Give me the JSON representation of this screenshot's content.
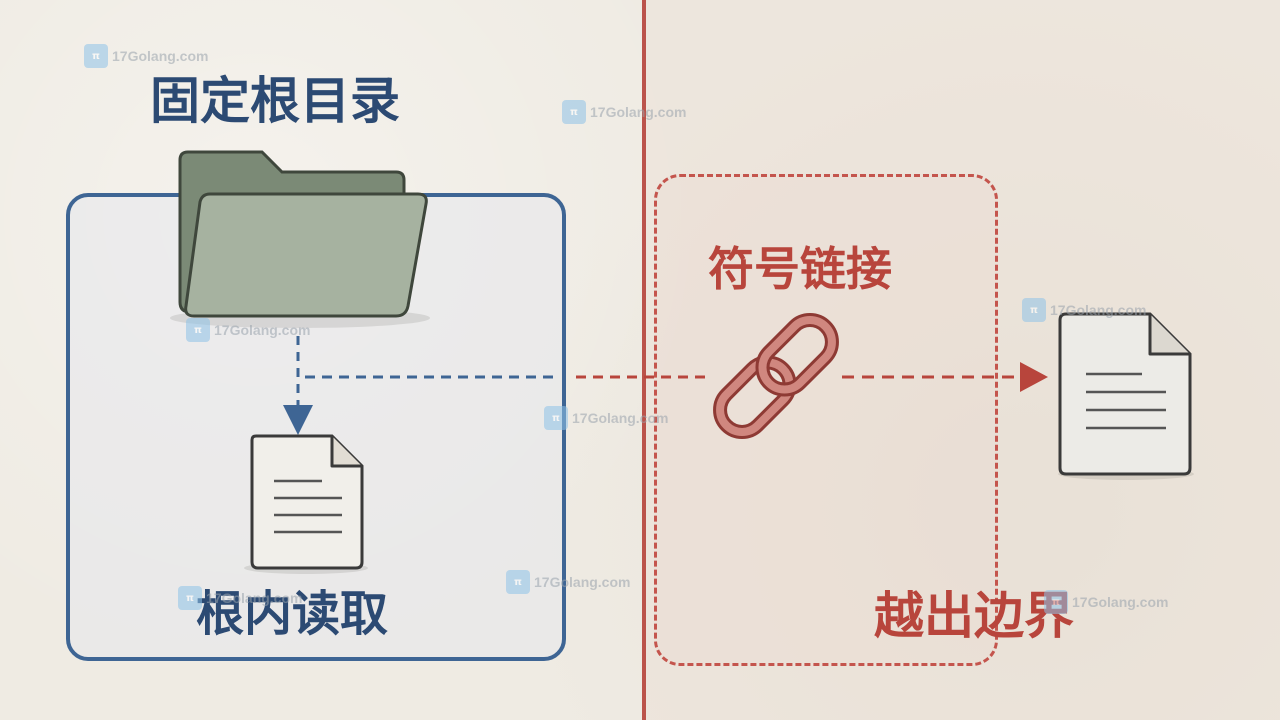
{
  "diagram": {
    "title": "固定根目录",
    "inside_label": "根内读取",
    "symlink_label": "符号链接",
    "escape_label": "越出边界"
  },
  "watermark": {
    "text": "17Golang.com",
    "logo_text": "π"
  },
  "colors": {
    "safe_blue": "#3e6594",
    "title_blue": "#2c4a73",
    "danger_red": "#b8453c",
    "folder_green": "#8a9a86",
    "paper": "#efebe3"
  },
  "icons": {
    "root_folder": "folder-icon",
    "inside_file": "file-icon",
    "symlink": "chain-link-icon",
    "outside_file": "file-icon"
  }
}
